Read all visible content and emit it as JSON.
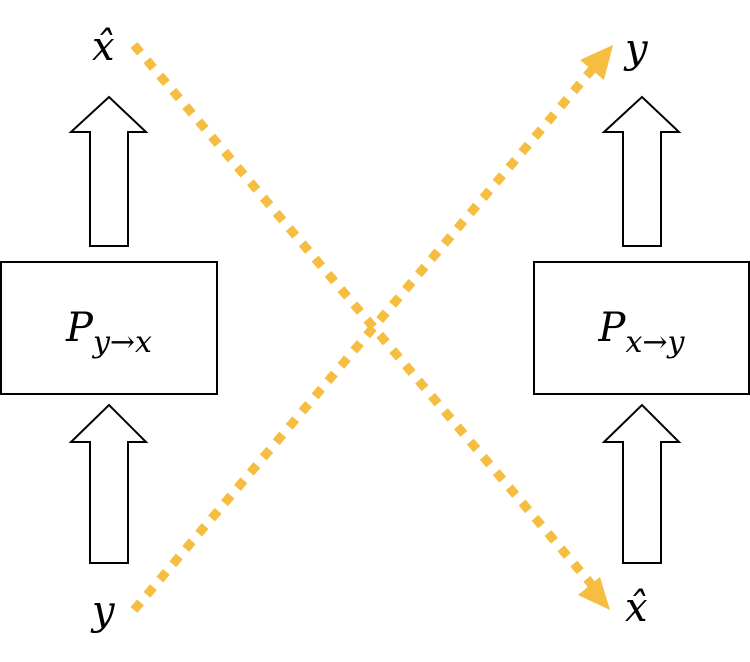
{
  "colors": {
    "dotted_arrow": "#F5BE41",
    "stroke": "#000000"
  },
  "left": {
    "box": {
      "main": "P",
      "sub": "y→x"
    },
    "top_label": "x̂",
    "bottom_label": "y"
  },
  "right": {
    "box": {
      "main": "P",
      "sub": "x→y"
    },
    "top_label": "y",
    "bottom_label": "x̂"
  }
}
